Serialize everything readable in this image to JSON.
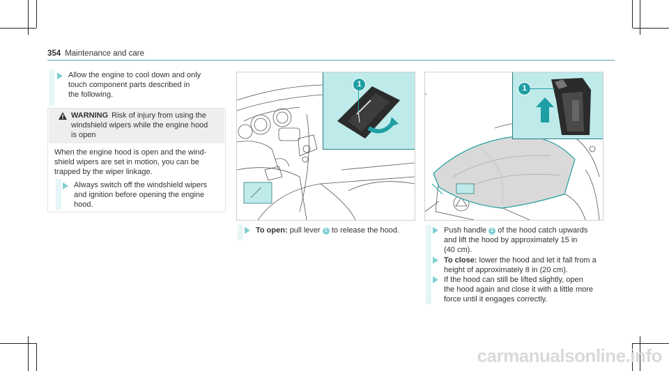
{
  "header": {
    "page_number": "354",
    "section": "Maintenance and care"
  },
  "left_column": {
    "step1": [
      "Allow the engine to cool down and only",
      "touch component parts described in",
      "the following."
    ],
    "warning": {
      "label": "WARNING",
      "lines": [
        "Risk of injury from using the",
        "windshield wipers while the engine hood",
        "is open"
      ],
      "body": [
        "When the engine hood is open and the wind-",
        "shield wipers are set in motion, you can be",
        "trapped by the wiper linkage."
      ],
      "step": [
        "Always switch off the windshield wipers",
        "and ignition before opening the engine",
        "hood."
      ]
    }
  },
  "middle_column": {
    "callout": "1",
    "caption_bold": "To open:",
    "caption_a": "pull lever",
    "caption_b": "to release the hood."
  },
  "right_column": {
    "callout": "1",
    "step1": {
      "a": "Push handle",
      "b": "of the hood catch upwards",
      "lines": [
        "and lift the hood by approximately 15 in",
        "(40 cm)."
      ]
    },
    "step2": {
      "bold": "To close:",
      "a": "lower the hood and let it fall from a",
      "lines": [
        "height of approximately 8 in (20 cm)."
      ]
    },
    "step3": [
      "If the hood can still be lifted slightly, open",
      "the hood again and close it with a little more",
      "force until it engages correctly."
    ]
  },
  "watermark": "carmanualsonline.info",
  "colors": {
    "accent": "#7fcfd2",
    "inset": "#bfeaea",
    "panel": "#eeeeee"
  }
}
